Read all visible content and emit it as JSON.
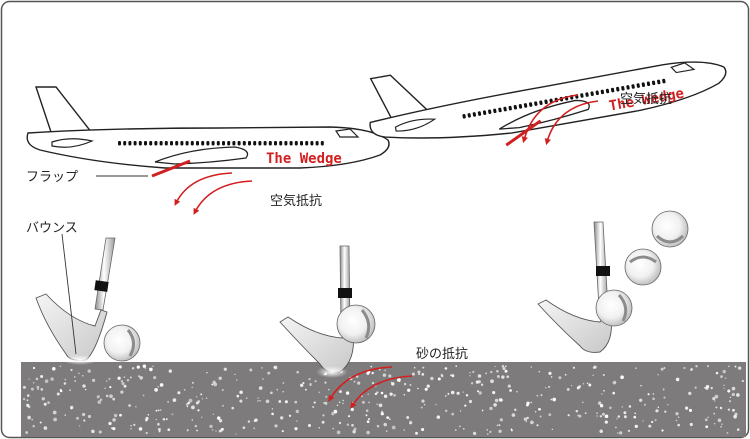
{
  "labels": {
    "plane1_brand": "The Wedge",
    "plane2_brand": "The Wedge",
    "flap": "フラップ",
    "air_resistance_1": "空気抵抗",
    "air_resistance_2": "空気抵抗",
    "bounce": "バウンス",
    "sand_resistance": "砂の抵抗"
  },
  "colors": {
    "accent_red": "#d21f1f",
    "sand": "#7d7b7b",
    "frame": "#555555",
    "outline": "#222222",
    "grip": "#111111"
  }
}
